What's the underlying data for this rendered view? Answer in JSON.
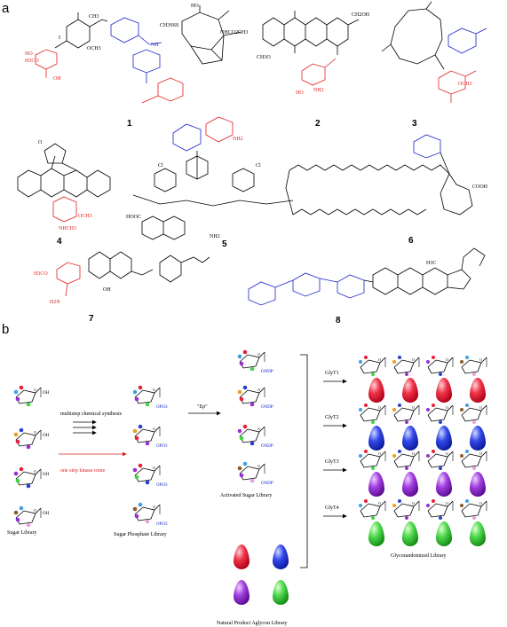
{
  "panel_a": {
    "letter": "a",
    "compound_numbers": [
      "1",
      "2",
      "3",
      "4",
      "5",
      "6",
      "7",
      "8"
    ],
    "atom_labels": {
      "c1_ch3_top": "CH3",
      "c1_i": "I",
      "c1_och3": "OCH3",
      "c1_ho_och3": "H3CO",
      "c1_ho": "HO",
      "c1_oh": "OH",
      "c1_ch3sss": "CH3SSS",
      "c1_nhco2ch3": "NHCO2CH3",
      "c1_nh": "NH",
      "c1_ho2": "HO",
      "c2_ch3o": "CH3O",
      "c2_nh2": "NH2",
      "c2_ho": "HO",
      "c2_ch2oh": "CH2OH",
      "c3_och3": "OCH3",
      "c4_och3": "OCH3",
      "c4_nhch3": "NHCH3",
      "c5_cl1": "Cl",
      "c5_cl2": "Cl",
      "c5_nh2a": "NH2",
      "c5_nh2b": "NH2",
      "c5_hooc": "HOOC",
      "c6_cooh": "COOH",
      "c7_h3co": "H3CO",
      "c7_h2n": "H2N",
      "c7_oh": "OH",
      "c8_h3c": "H3C"
    }
  },
  "panel_b": {
    "letter": "b",
    "labels": {
      "sugar_library": "Sugar Library",
      "sugar_phosphate_library": "Sugar Phosphate Library",
      "activated_sugar_library": "Activated Sugar Library",
      "natural_product_library": "Natural Product Aglycon Library",
      "glycorandomized_library": "Glycorandomized Library",
      "route_chemical": "multistep chemical synthesis",
      "route_kinase": "one step kinase route",
      "ep": "\"Ep\"",
      "opo3": "OPO3",
      "ondp": "ONDP",
      "glyt1": "GlyT1",
      "glyt2": "GlyT2",
      "glyt3": "GlyT3",
      "glyt4": "GlyT4"
    },
    "colors": {
      "red": "#e8213a",
      "blue": "#2a3fd6",
      "purple": "#9a2fd6",
      "green": "#3fd63f",
      "route_red": "#e02020",
      "sugar_blue": "#1a24c8"
    }
  }
}
